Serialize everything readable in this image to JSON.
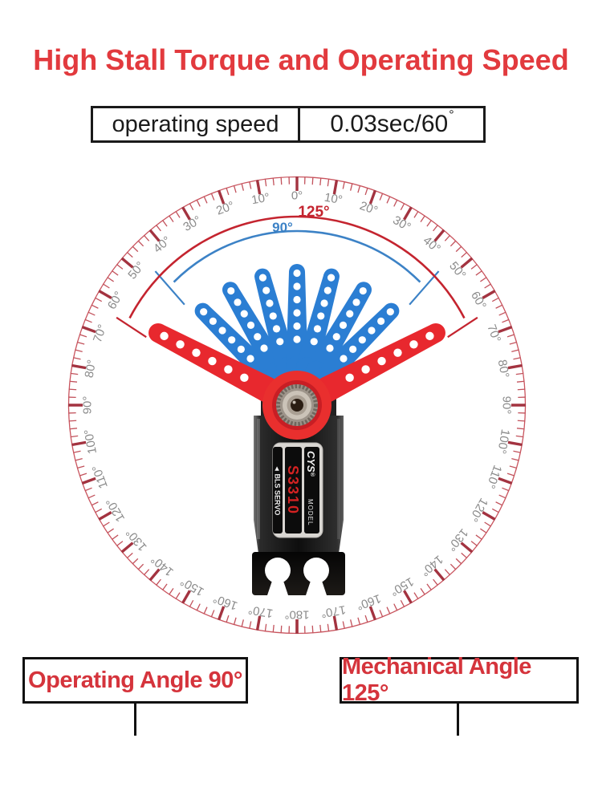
{
  "page_title": "High Stall Torque and Operating Speed",
  "spec_table": {
    "label": "operating speed",
    "value": "0.03sec/60",
    "degree_symbol": "°"
  },
  "callouts": {
    "left_label": "Operating Angle 90°",
    "right_label": "Mechanical Angle 125°"
  },
  "servo_label": {
    "brand": "CYS",
    "registered": "®",
    "brand_sub": "MODEL",
    "model": "S3310",
    "series_arrow": "◄",
    "series": "BLS SERVO"
  },
  "colors": {
    "title_red": "#e23a3e",
    "callout_red": "#d5343c",
    "table_border": "#1a1a1a"
  },
  "chart_data": {
    "type": "protractor-diagram",
    "title": "Servo operating vs mechanical angle",
    "operating_angle_deg": 90,
    "mechanical_angle_deg": 125,
    "scale": {
      "min_deg": -180,
      "max_deg": 180,
      "minor_step_deg": 2,
      "major_step_deg": 10,
      "label_step_deg": 10,
      "tick_labels": [
        "0°",
        "10°",
        "20°",
        "30°",
        "40°",
        "50°",
        "60°",
        "70°",
        "80°",
        "90°",
        "100°",
        "110°",
        "120°",
        "130°",
        "140°",
        "150°",
        "160°",
        "170°",
        "180°"
      ],
      "label_color": "#8b8b8b",
      "major_tick_color": "#a33340",
      "minor_tick_color": "#c2525c",
      "ring_color": "#c9545e"
    },
    "arcs": [
      {
        "name": "operating-angle",
        "span_deg": 90,
        "label": "90°",
        "color": "#3c82c6",
        "radius": 217,
        "leader_outer_r": 243,
        "leader_inner_r": 188
      },
      {
        "name": "mechanical-angle",
        "span_deg": 125,
        "label": "125°",
        "color": "#c4242f",
        "radius": 235,
        "leader_outer_r": 250,
        "leader_inner_r": 206
      }
    ],
    "blue_arm_angles_deg": [
      -45,
      -30,
      -15,
      0,
      15,
      30,
      45
    ],
    "red_arm_angles_deg": [
      -62.5,
      62.5
    ],
    "arm_colors": {
      "blue": "#2b7ed3",
      "red": "#e8282e"
    }
  }
}
